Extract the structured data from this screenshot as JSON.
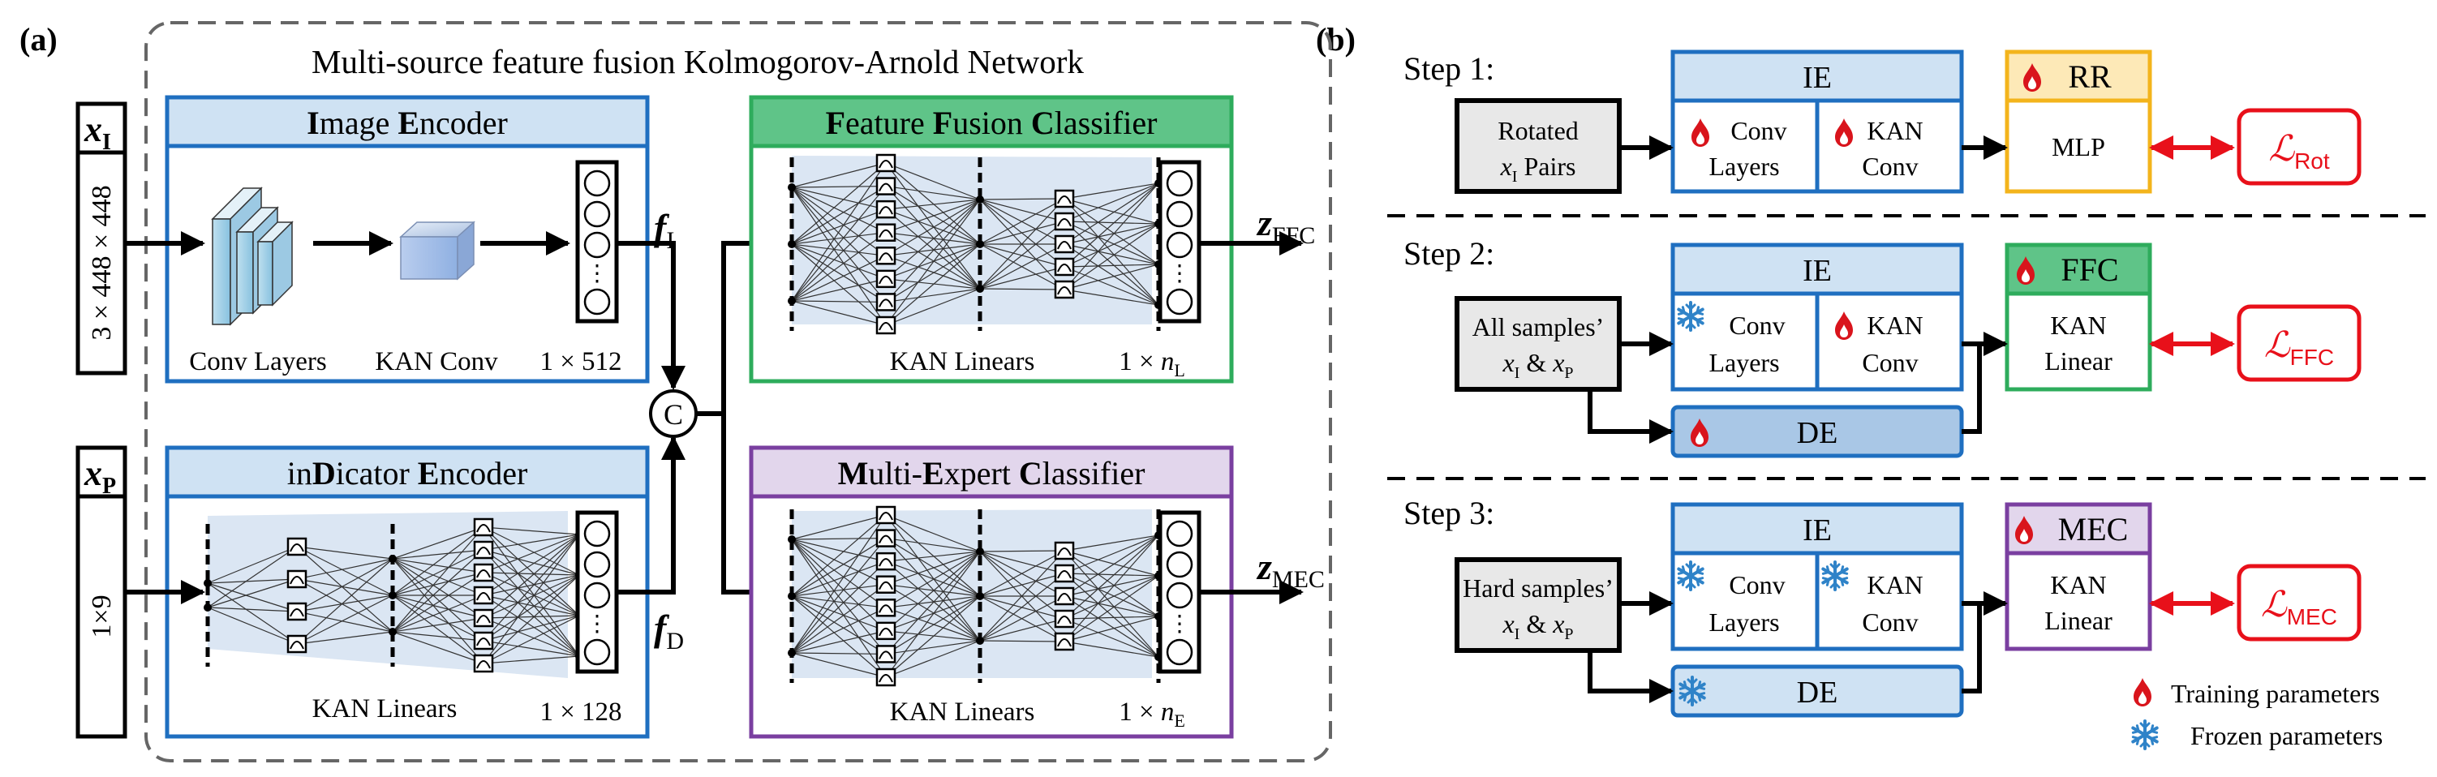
{
  "panel_labels": {
    "a": "(a)",
    "b": "(b)"
  },
  "network_title": "Multi-source feature fusion Kolmogorov-Arnold Network",
  "inputs": {
    "image": {
      "symbol": "x",
      "subscript": "I",
      "dims": "3 × 448 × 448"
    },
    "indicator": {
      "symbol": "x",
      "subscript": "P",
      "dims": "1×9"
    }
  },
  "image_encoder": {
    "title_parts": [
      [
        "I",
        true
      ],
      [
        "mage ",
        false
      ],
      [
        "E",
        true
      ],
      [
        "ncoder",
        false
      ]
    ],
    "conv_label": "Conv Layers",
    "kan_conv_label": "KAN Conv",
    "dims": "1 × 512",
    "feature": {
      "symbol": "f",
      "subscript": "I"
    }
  },
  "indicator_encoder": {
    "title_parts": [
      [
        "in",
        false
      ],
      [
        "D",
        true
      ],
      [
        "icator ",
        false
      ],
      [
        "E",
        true
      ],
      [
        "ncoder",
        false
      ]
    ],
    "linears_label": "KAN Linears",
    "dims": "1 × 128",
    "feature": {
      "symbol": "f",
      "subscript": "D"
    }
  },
  "concat_symbol": "C",
  "ffc": {
    "title_parts": [
      [
        "F",
        true
      ],
      [
        "eature ",
        false
      ],
      [
        "F",
        true
      ],
      [
        "usion ",
        false
      ],
      [
        "C",
        true
      ],
      [
        "lassifier",
        false
      ]
    ],
    "linears_label": "KAN Linears",
    "dims_prefix": "1 × ",
    "dims_var": "n",
    "dims_sub": "L",
    "output": {
      "symbol": "z",
      "subscript": "FFC"
    }
  },
  "mec": {
    "title_parts": [
      [
        "M",
        true
      ],
      [
        "ulti-",
        false
      ],
      [
        "E",
        true
      ],
      [
        "xpert ",
        false
      ],
      [
        "C",
        true
      ],
      [
        "lassifier",
        false
      ]
    ],
    "linears_label": "KAN Linears",
    "dims_prefix": "1 × ",
    "dims_var": "n",
    "dims_sub": "E",
    "output": {
      "symbol": "z",
      "subscript": "MEC"
    }
  },
  "steps": [
    {
      "label": "Step 1:",
      "input_lines": [
        "Rotated",
        "Pairs"
      ],
      "input_var": "x",
      "input_sub": "I",
      "ie": "IE",
      "conv": [
        "Conv",
        "Layers"
      ],
      "kan": [
        "KAN",
        "Conv"
      ],
      "head": "RR",
      "head_body": [
        "MLP"
      ],
      "loss_sub": "Rot"
    },
    {
      "label": "Step 2:",
      "input_lines": [
        "All samples’"
      ],
      "input_var_line": [
        "x",
        "I",
        " & ",
        "x",
        "P"
      ],
      "ie": "IE",
      "conv": [
        "Conv",
        "Layers"
      ],
      "kan": [
        "KAN",
        "Conv"
      ],
      "head": "FFC",
      "head_body": [
        "KAN",
        "Linear"
      ],
      "de": "DE",
      "loss_sub": "FFC"
    },
    {
      "label": "Step 3:",
      "input_lines": [
        "Hard samples’"
      ],
      "input_var_line": [
        "x",
        "I",
        " & ",
        "x",
        "P"
      ],
      "ie": "IE",
      "conv": [
        "Conv",
        "Layers"
      ],
      "kan": [
        "KAN",
        "Conv"
      ],
      "head": "MEC",
      "head_body": [
        "KAN",
        "Linear"
      ],
      "de": "DE",
      "loss_sub": "MEC"
    }
  ],
  "loss_symbol": "ℒ",
  "legend": {
    "training": "Training parameters",
    "frozen": "Frozen parameters"
  },
  "colors": {
    "blue": "#1f6fc0",
    "light_blue": "#cfe2f3",
    "de_blue": "#a9c7e6",
    "green": "#2eac5c",
    "light_green": "#5fc488",
    "purple": "#7a3fa0",
    "light_purple": "#e2d6ec",
    "yellow": "#f3b41c",
    "light_yellow": "#fde9b7",
    "red": "#e8101a",
    "gray_box": "#e8e8e8",
    "flame": "#d9141c",
    "snowflake": "#2f83c8"
  }
}
